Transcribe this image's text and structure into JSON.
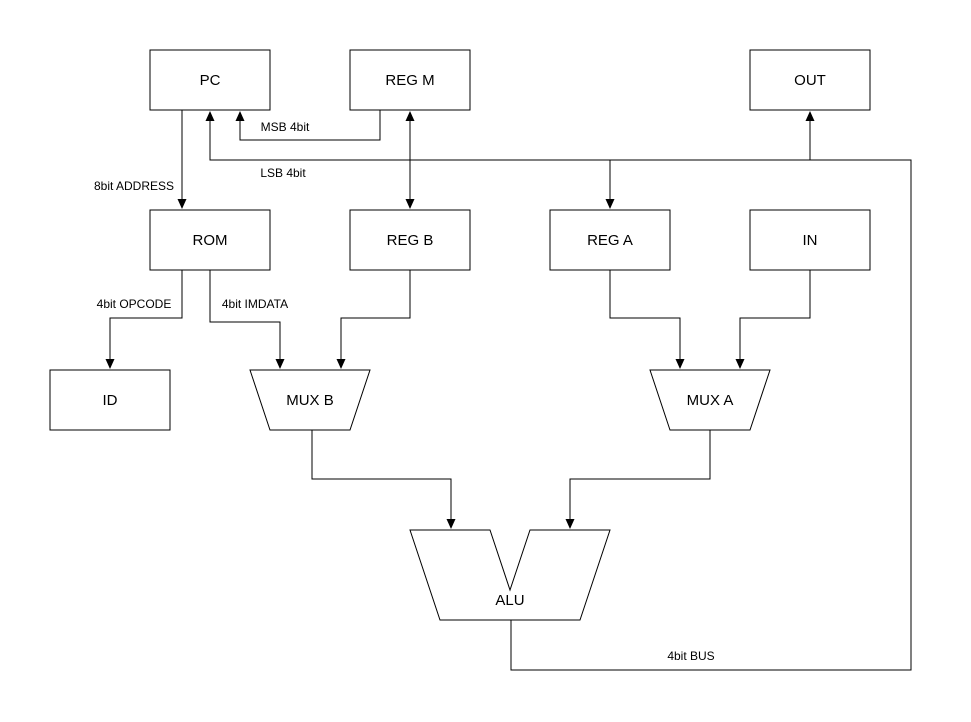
{
  "diagram": {
    "background": "#ffffff",
    "stroke_color": "#000000",
    "nodes": {
      "pc": {
        "label": "PC"
      },
      "reg_m": {
        "label": "REG M"
      },
      "out": {
        "label": "OUT"
      },
      "rom": {
        "label": "ROM"
      },
      "reg_b": {
        "label": "REG B"
      },
      "reg_a": {
        "label": "REG A"
      },
      "in": {
        "label": "IN"
      },
      "id": {
        "label": "ID"
      },
      "mux_b": {
        "label": "MUX B"
      },
      "mux_a": {
        "label": "MUX A"
      },
      "alu": {
        "label": "ALU"
      }
    },
    "edge_labels": {
      "address": "8bit ADDRESS",
      "msb": "MSB 4bit",
      "lsb": "LSB 4bit",
      "opcode": "4bit OPCODE",
      "imdata": "4bit IMDATA",
      "bus": "4bit BUS"
    },
    "edges": [
      {
        "from": "PC",
        "to": "ROM",
        "label": "8bit ADDRESS"
      },
      {
        "from": "REG M",
        "to": "PC",
        "label": "MSB 4bit"
      },
      {
        "from": "REG M",
        "to": "REG B",
        "label": "",
        "bidirectional": true
      },
      {
        "from": "ALU",
        "to": "PC",
        "label": "LSB 4bit / 4bit BUS"
      },
      {
        "from": "BUS",
        "to": "REG A",
        "label": ""
      },
      {
        "from": "BUS",
        "to": "OUT",
        "label": ""
      },
      {
        "from": "ROM",
        "to": "ID",
        "label": "4bit OPCODE"
      },
      {
        "from": "ROM",
        "to": "MUX B",
        "label": "4bit IMDATA"
      },
      {
        "from": "REG B",
        "to": "MUX B",
        "label": ""
      },
      {
        "from": "REG A",
        "to": "MUX A",
        "label": ""
      },
      {
        "from": "IN",
        "to": "MUX A",
        "label": ""
      },
      {
        "from": "MUX B",
        "to": "ALU",
        "label": ""
      },
      {
        "from": "MUX A",
        "to": "ALU",
        "label": ""
      }
    ]
  }
}
